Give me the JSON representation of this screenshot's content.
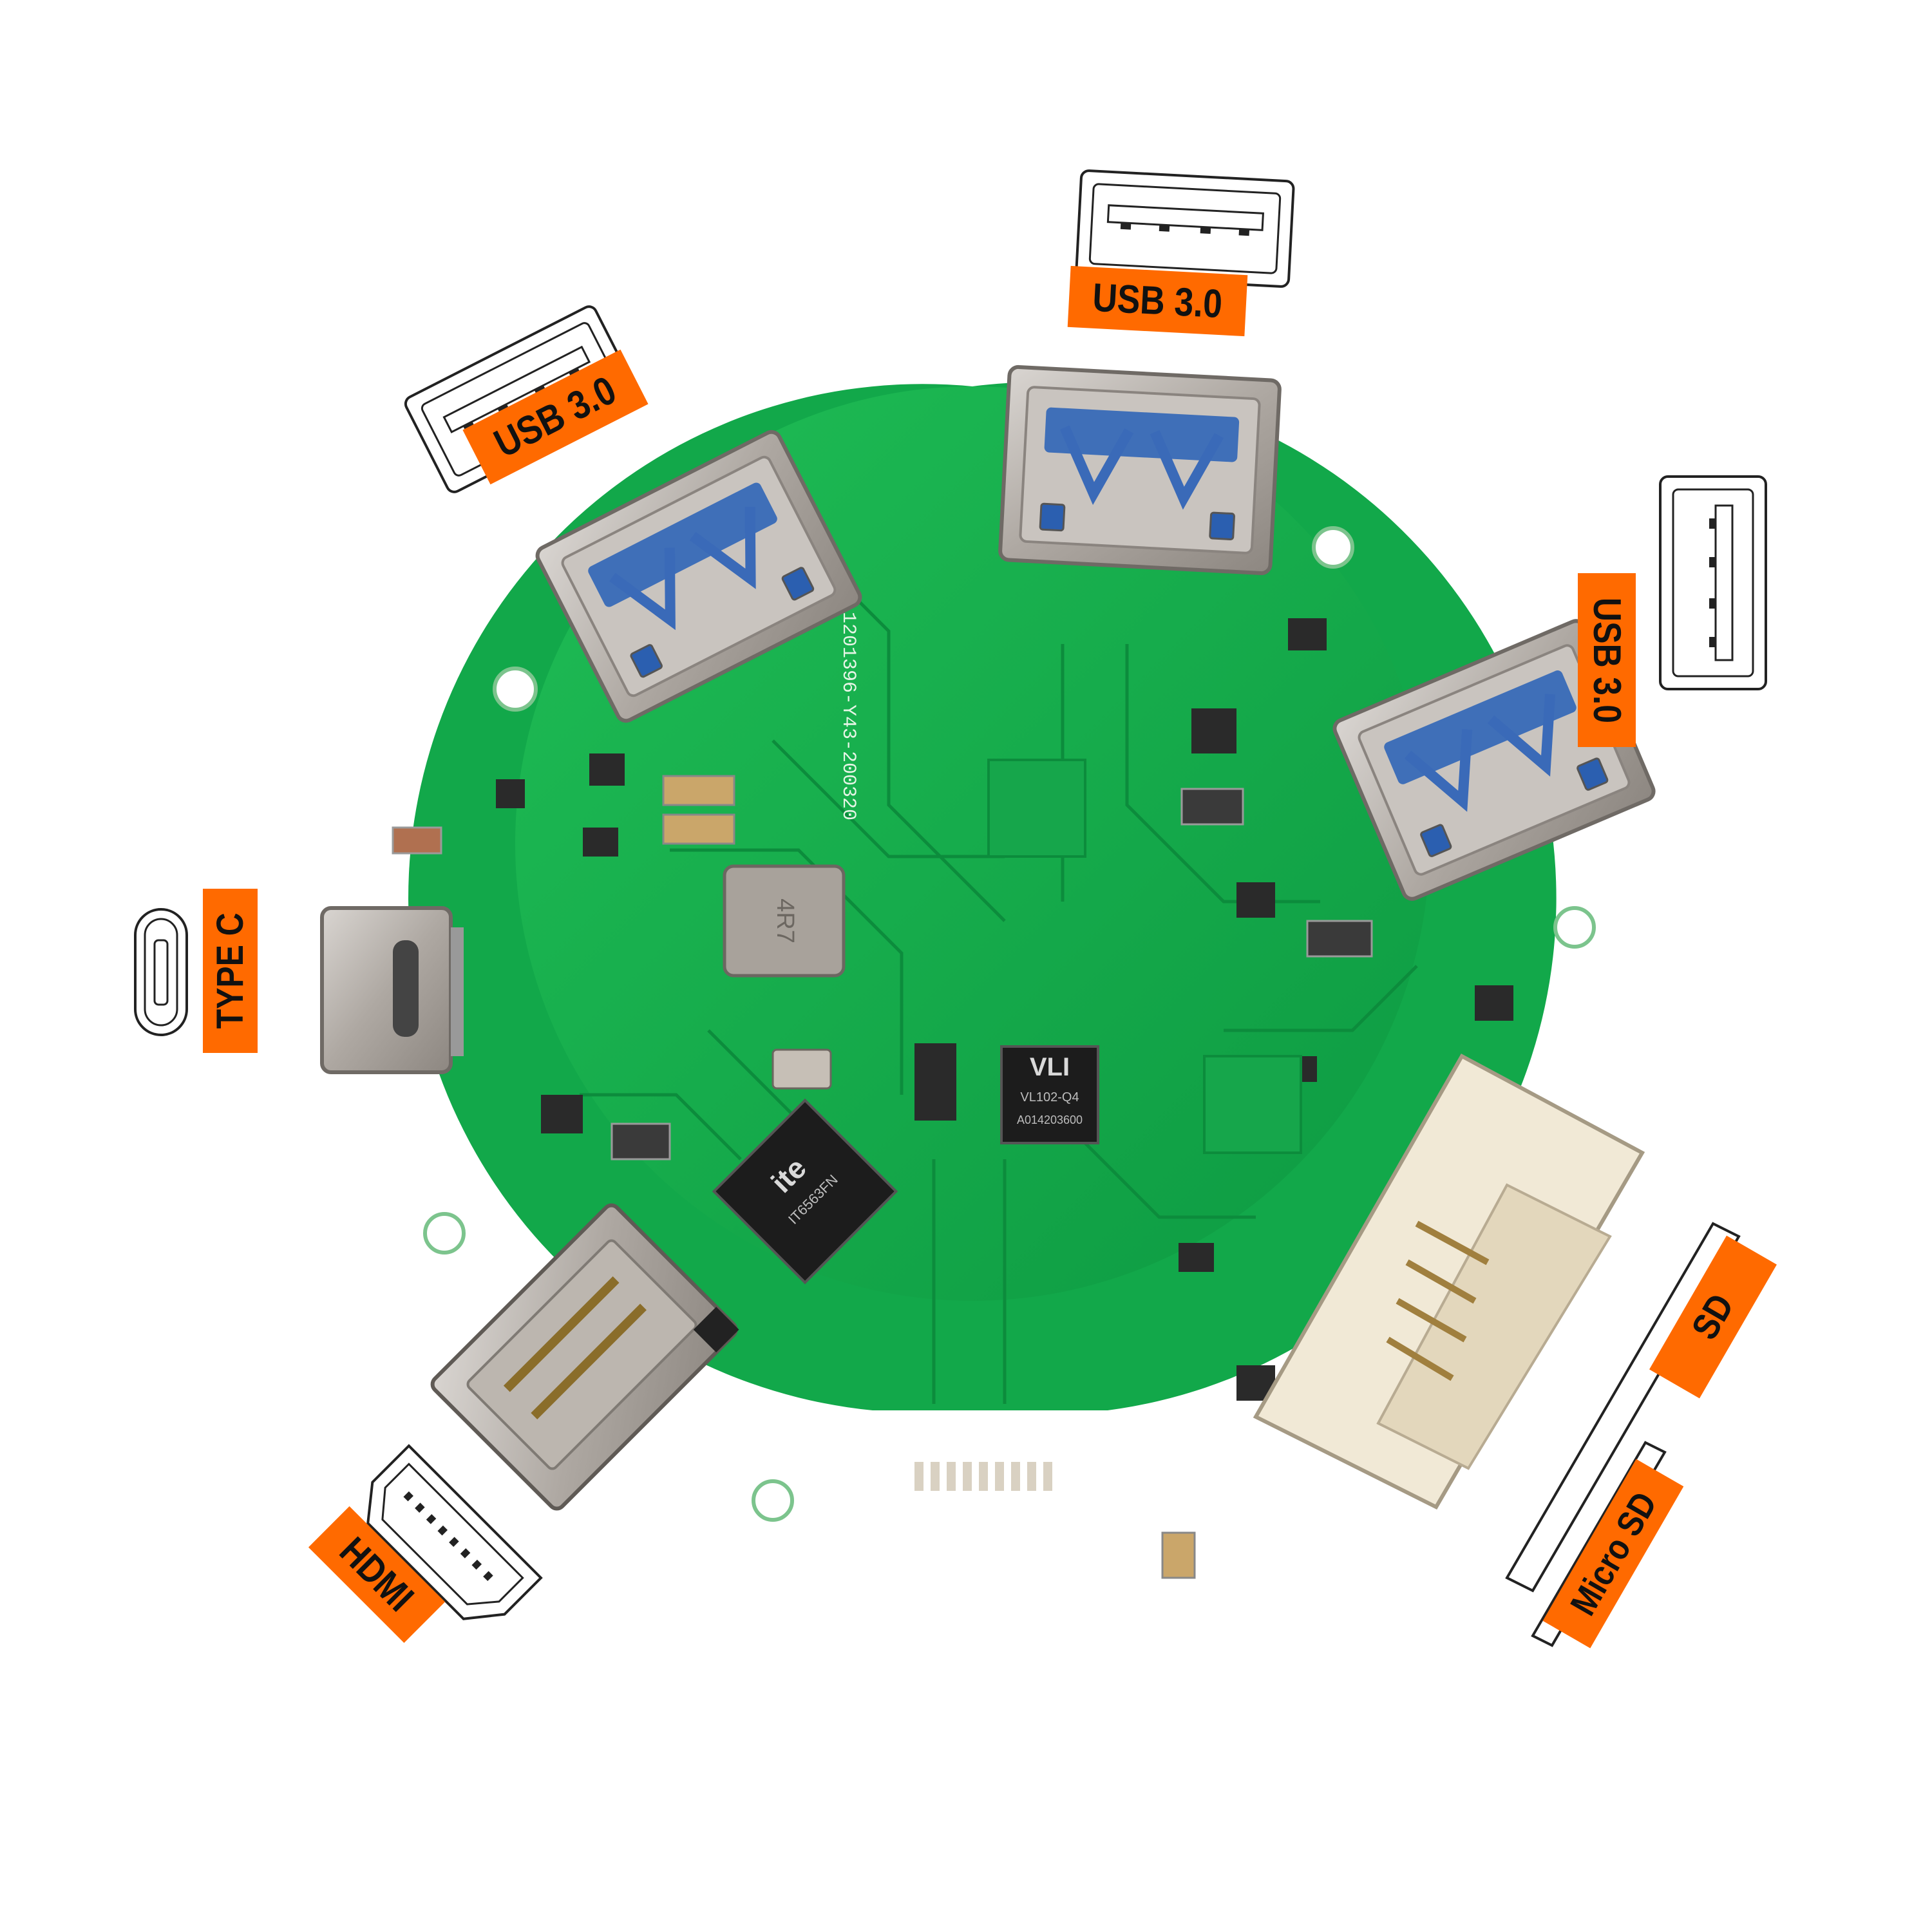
{
  "labels": {
    "usb_left": "USB 3.0",
    "usb_top": "USB 3.0",
    "usb_right": "USB 3.0",
    "type_c": "TYPE C",
    "hdmi": "HDMI",
    "sd": "SD",
    "micro_sd": "Micro SD"
  },
  "board_silkscreen": {
    "part_number": "1201396-Y43-200320",
    "chip_vli": "VLI",
    "chip_vli_code": "VL102-Q4",
    "chip_vli_lot": "A014203600",
    "chip_ite": "ite",
    "chip_ite_code": "IT6563FN",
    "inductor": "4R7"
  },
  "colors": {
    "label_bg": "#ff6a00",
    "pcb_green": "#12a84a",
    "metal": "#b9b3ad",
    "sd_slot": "#f1e9d6"
  }
}
